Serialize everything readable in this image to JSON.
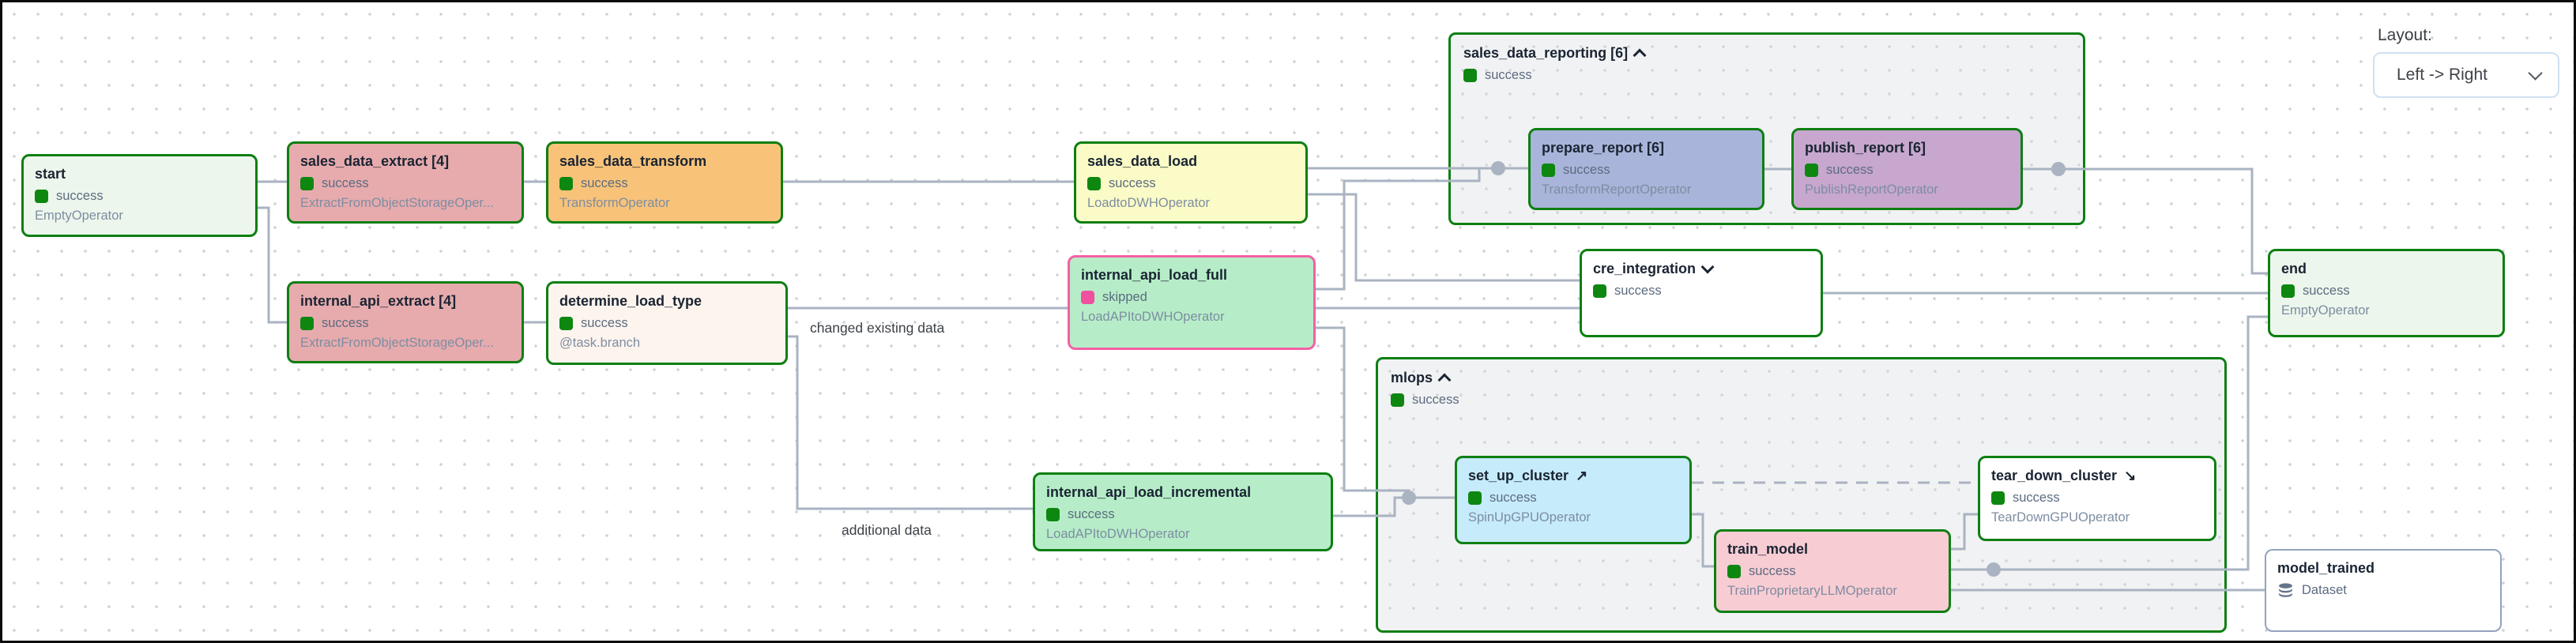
{
  "layout_control": {
    "label": "Layout:",
    "value": "Left -> Right",
    "chevron_icon": "chevron-down"
  },
  "icons": {
    "setup_arrow": "↗",
    "teardown_arrow": "↘",
    "group_collapse": "chevron-up",
    "group_expand": "chevron-down",
    "dataset": "database-cylinder"
  },
  "colors": {
    "node_border_success": "#0d7f12",
    "node_border_skipped_task": "#f55fa6",
    "status_success": "#0e8710",
    "status_skipped": "#f0509f",
    "edge": "#a9b3c2",
    "group_background": "#f1f2f3",
    "dataset_border": "#93a3bc"
  },
  "edge_labels": {
    "branch_full": "changed existing data",
    "branch_incremental": "additional data"
  },
  "nodes": {
    "start": {
      "title": "start",
      "status": "success",
      "operator": "EmptyOperator"
    },
    "sales_data_extract": {
      "title": "sales_data_extract [4]",
      "status": "success",
      "operator": "ExtractFromObjectStorageOper..."
    },
    "sales_data_transform": {
      "title": "sales_data_transform",
      "status": "success",
      "operator": "TransformOperator"
    },
    "sales_data_load": {
      "title": "sales_data_load",
      "status": "success",
      "operator": "LoadtoDWHOperator"
    },
    "internal_api_extract": {
      "title": "internal_api_extract [4]",
      "status": "success",
      "operator": "ExtractFromObjectStorageOper..."
    },
    "determine_load_type": {
      "title": "determine_load_type",
      "status": "success",
      "operator": "@task.branch"
    },
    "internal_api_load_full": {
      "title": "internal_api_load_full",
      "status": "skipped",
      "operator": "LoadAPItoDWHOperator"
    },
    "internal_api_load_incremental": {
      "title": "internal_api_load_incremental",
      "status": "success",
      "operator": "LoadAPItoDWHOperator"
    },
    "sales_data_reporting": {
      "title": "sales_data_reporting [6]",
      "status": "success"
    },
    "prepare_report": {
      "title": "prepare_report [6]",
      "status": "success",
      "operator": "TransformReportOperator"
    },
    "publish_report": {
      "title": "publish_report [6]",
      "status": "success",
      "operator": "PublishReportOperator"
    },
    "cre_integration": {
      "title": "cre_integration",
      "status": "success"
    },
    "mlops": {
      "title": "mlops",
      "status": "success"
    },
    "set_up_cluster": {
      "title": "set_up_cluster",
      "status": "success",
      "operator": "SpinUpGPUOperator"
    },
    "train_model": {
      "title": "train_model",
      "status": "success",
      "operator": "TrainProprietaryLLMOperator"
    },
    "tear_down_cluster": {
      "title": "tear_down_cluster",
      "status": "success",
      "operator": "TearDownGPUOperator"
    },
    "end": {
      "title": "end",
      "status": "success",
      "operator": "EmptyOperator"
    },
    "model_trained": {
      "title": "model_trained",
      "type": "Dataset"
    }
  }
}
